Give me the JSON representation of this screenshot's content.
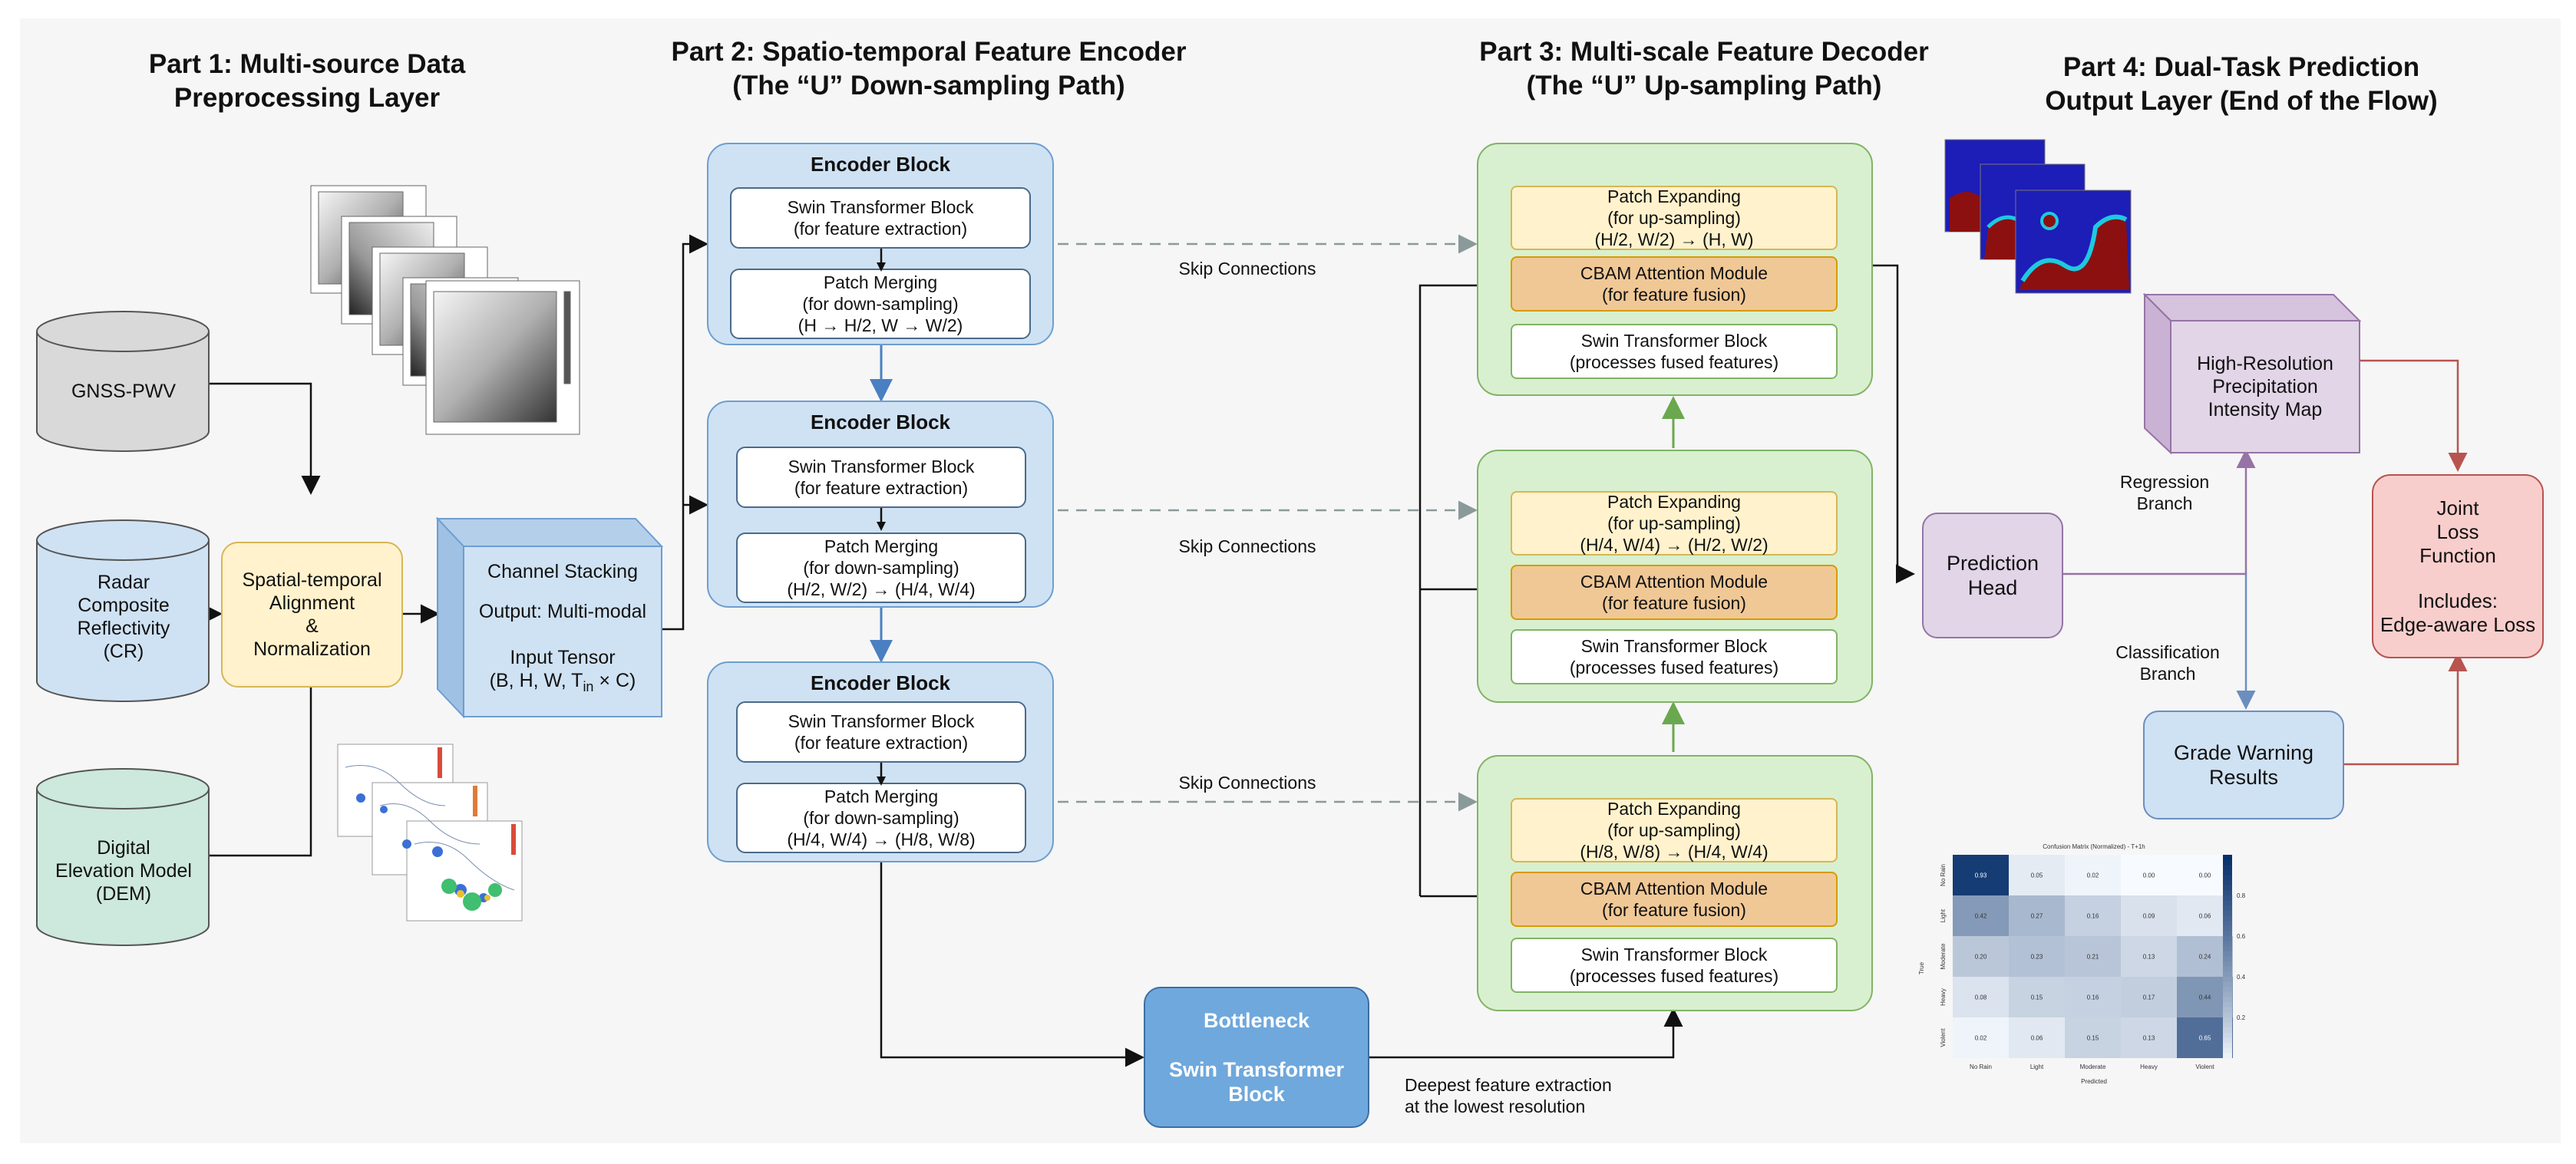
{
  "titles": {
    "part1": [
      "Part 1: Multi-source Data",
      "Preprocessing Layer"
    ],
    "part2": [
      "Part 2: Spatio-temporal Feature Encoder",
      "(The “U” Down-sampling Path)"
    ],
    "part3": [
      "Part 3: Multi-scale Feature Decoder",
      "(The “U” Up-sampling Path)"
    ],
    "part4": [
      "Part 4: Dual-Task Prediction",
      "Output Layer (End of the Flow)"
    ]
  },
  "inputs": {
    "gnss": [
      "GNSS-PWV"
    ],
    "radar": [
      "Radar",
      "Composite",
      "Reflectivity",
      "(CR)"
    ],
    "dem": [
      "Digital",
      "Elevation Model",
      "(DEM)"
    ]
  },
  "alignment": [
    "Spatial-temporal",
    "Alignment",
    "&",
    "Normalization"
  ],
  "stacking": {
    "line1": "Channel Stacking",
    "line2": "Output: Multi-modal",
    "line3": "Input Tensor",
    "tensor_prefix": "(B, H, W, T",
    "tensor_sub": "in",
    "tensor_suffix": " × C)"
  },
  "encoder": [
    {
      "title": "Encoder Block",
      "swin": [
        "Swin Transformer Block",
        "(for feature extraction)"
      ],
      "merge": [
        "Patch Merging",
        "(for down-sampling)",
        "(H → H/2, W → W/2)"
      ]
    },
    {
      "title": "Encoder Block",
      "swin": [
        "Swin Transformer Block",
        "(for feature extraction)"
      ],
      "merge": [
        "Patch Merging",
        "(for down-sampling)",
        "(H/2, W/2) → (H/4, W/4)"
      ]
    },
    {
      "title": "Encoder Block",
      "swin": [
        "Swin Transformer Block",
        "(for feature extraction)"
      ],
      "merge": [
        "Patch Merging",
        "(for down-sampling)",
        "(H/4, W/4) → (H/8, W/8)"
      ]
    }
  ],
  "skip_label": "Skip Connections",
  "bottleneck": [
    "Bottleneck",
    "Swin Transformer",
    "Block"
  ],
  "bottleneck_note": [
    "Deepest feature extraction",
    "at the lowest resolution"
  ],
  "decoder": [
    {
      "expand": [
        "Patch Expanding",
        "(for up-sampling)",
        "(H/2, W/2) → (H, W)"
      ],
      "cbam": [
        "CBAM Attention Module",
        "(for feature fusion)"
      ],
      "swin": [
        "Swin Transformer Block",
        "(processes fused features)"
      ]
    },
    {
      "expand": [
        "Patch Expanding",
        "(for up-sampling)",
        "(H/4, W/4) → (H/2, W/2)"
      ],
      "cbam": [
        "CBAM Attention Module",
        "(for feature fusion)"
      ],
      "swin": [
        "Swin Transformer Block",
        "(processes fused features)"
      ]
    },
    {
      "expand": [
        "Patch Expanding",
        "(for up-sampling)",
        "(H/8, W/8) → (H/4, W/4)"
      ],
      "cbam": [
        "CBAM Attention Module",
        "(for feature fusion)"
      ],
      "swin": [
        "Swin Transformer Block",
        "(processes fused features)"
      ]
    }
  ],
  "prediction_head": [
    "Prediction",
    "Head"
  ],
  "regression_branch": [
    "Regression",
    "Branch"
  ],
  "classification_branch": [
    "Classification",
    "Branch"
  ],
  "precip_map": [
    "High-Resolution",
    "Precipitation",
    "Intensity Map"
  ],
  "grade_warning": [
    "Grade Warning",
    "Results"
  ],
  "joint_loss": [
    "Joint",
    "Loss",
    "Function",
    "",
    "Includes:",
    "Edge-aware Loss"
  ],
  "confusion": {
    "title": "Confusion Matrix (Normalized) - T+1h",
    "xlabel": "Predicted",
    "ylabel": "True",
    "labels": [
      "No Rain",
      "Light",
      "Moderate",
      "Heavy",
      "Violent"
    ],
    "values": [
      [
        0.93,
        0.05,
        0.02,
        0.0,
        0.0
      ],
      [
        0.42,
        0.27,
        0.16,
        0.09,
        0.06
      ],
      [
        0.2,
        0.23,
        0.21,
        0.13,
        0.24
      ],
      [
        0.08,
        0.15,
        0.16,
        0.17,
        0.44
      ],
      [
        0.02,
        0.06,
        0.15,
        0.13,
        0.65
      ]
    ],
    "colorbar_ticks": [
      "0.8",
      "0.6",
      "0.4",
      "0.2"
    ]
  },
  "colors": {
    "blue_panel": "#cfe2f3",
    "green_panel": "#d8f0cf",
    "yellow": "#fff2cc",
    "orange": "#f0c896",
    "purple": "#e1d5e7",
    "red": "#f8cecc",
    "bottleneck": "#6fa8dc"
  }
}
